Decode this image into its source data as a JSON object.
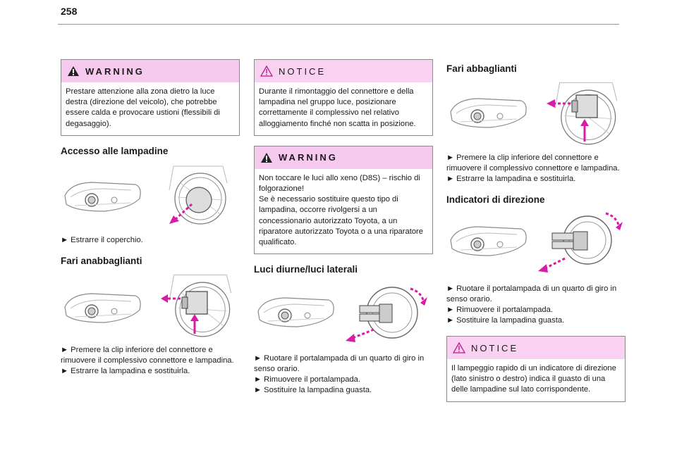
{
  "page_number": "258",
  "col1": {
    "warning": {
      "label": "WARNING",
      "text": "Prestare attenzione alla zona dietro la luce destra (direzione del veicolo), che potrebbe essere calda e provocare ustioni (flessibili di degasaggio)."
    },
    "section1": {
      "title": "Accesso alle lampadine",
      "steps": [
        "► Estrarre il coperchio."
      ]
    },
    "section2": {
      "title": "Fari anabbaglianti",
      "steps": [
        "► Premere la clip inferiore del connettore e rimuovere il complessivo connettore e lampadina.",
        "► Estrarre la lampadina e sostituirla."
      ]
    }
  },
  "col2": {
    "notice": {
      "label": "NOTICE",
      "text": "Durante il rimontaggio del connettore e della lampadina nel gruppo luce, posizionare correttamente il complessivo nel relativo alloggiamento finché non scatta in posizione."
    },
    "warning": {
      "label": "WARNING",
      "lines": [
        "Non toccare le luci allo xeno (D8S) – rischio di folgorazione!",
        "Se è necessario sostituire questo tipo di lampadina, occorre rivolgersi a un concessionario autorizzato Toyota, a un riparatore autorizzato Toyota o a una riparatore qualificato."
      ]
    },
    "section1": {
      "title": "Luci diurne/luci laterali",
      "steps": [
        "► Ruotare il portalampada di un quarto di giro in senso orario.",
        "► Rimuovere il portalampada.",
        "► Sostituire la lampadina guasta."
      ]
    }
  },
  "col3": {
    "section1": {
      "title": "Fari abbaglianti",
      "steps": [
        "► Premere la clip inferiore del connettore e rimuovere il complessivo connettore e lampadina.",
        "► Estrarre la lampadina e sostituirla."
      ]
    },
    "section2": {
      "title": "Indicatori di direzione",
      "steps": [
        "► Ruotare il portalampada di un quarto di giro in senso orario.",
        "► Rimuovere il portalampada.",
        "► Sostituire la lampadina guasta."
      ]
    },
    "notice": {
      "label": "NOTICE",
      "text": "Il lampeggio rapido di un indicatore di direzione (lato sinistro o destro) indica il guasto di una delle lampadine sul lato corrispondente."
    }
  },
  "colors": {
    "warning_bg": "#f6c9ee",
    "notice_bg": "#f9d2f1",
    "arrow": "#d81ba8",
    "border": "#8a8a8a"
  },
  "icons": {
    "warning": "warning-triangle-icon",
    "notice": "notice-triangle-icon"
  }
}
